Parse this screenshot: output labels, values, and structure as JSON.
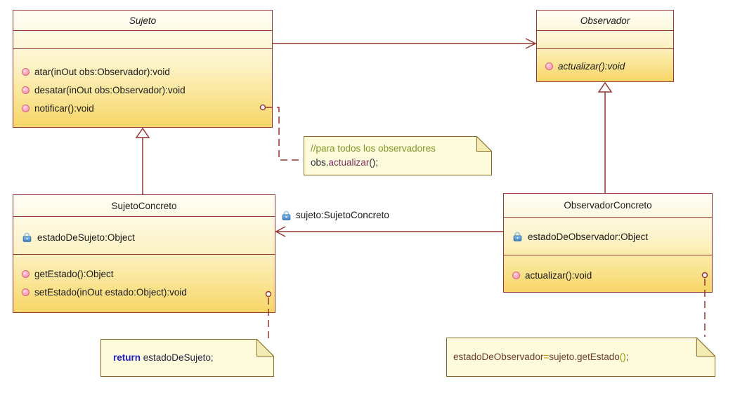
{
  "diagram": {
    "classes": {
      "sujeto": {
        "title": "Sujeto",
        "methods": [
          "atar(inOut obs:Observador):void",
          "desatar(inOut obs:Observador):void",
          "notificar():void"
        ]
      },
      "observador": {
        "title": "Observador",
        "methods": [
          "actualizar():void"
        ]
      },
      "sujetoConcreto": {
        "title": "SujetoConcreto",
        "attributes": [
          "estadoDeSujeto:Object"
        ],
        "methods": [
          "getEstado():Object",
          "setEstado(inOut estado:Object):void"
        ]
      },
      "observadorConcreto": {
        "title": "ObservadorConcreto",
        "attributes": [
          "estadoDeObservador:Object"
        ],
        "methods": [
          "actualizar():void"
        ]
      }
    },
    "labels": {
      "sujeto_association": "sujeto:SujetoConcreto"
    },
    "notes": {
      "observadores": {
        "comment": "//para todos los observadores",
        "code_obj": "obs.",
        "code_fn": "actualizar",
        "code_end": "();"
      },
      "return_estado": {
        "keyword": "return",
        "rest": " estadoDeSujeto;"
      },
      "asignacion_estado": {
        "lhs": "estadoDeObservador",
        "eq": "=",
        "rhs": "sujeto.getEstado",
        "parens": "()",
        "semi": ";"
      }
    },
    "colors": {
      "class_border": "#953735",
      "class_fill_top": "#fffef7",
      "class_fill_bottom": "#f7d567",
      "note_border": "#8b6b24",
      "note_fill": "#fdfbdc",
      "comment_green": "#7f9727",
      "keyword_blue": "#1f1fc8",
      "lock_blue": "#4d94d6",
      "method_dot_pink": "#f9a8bd"
    }
  }
}
